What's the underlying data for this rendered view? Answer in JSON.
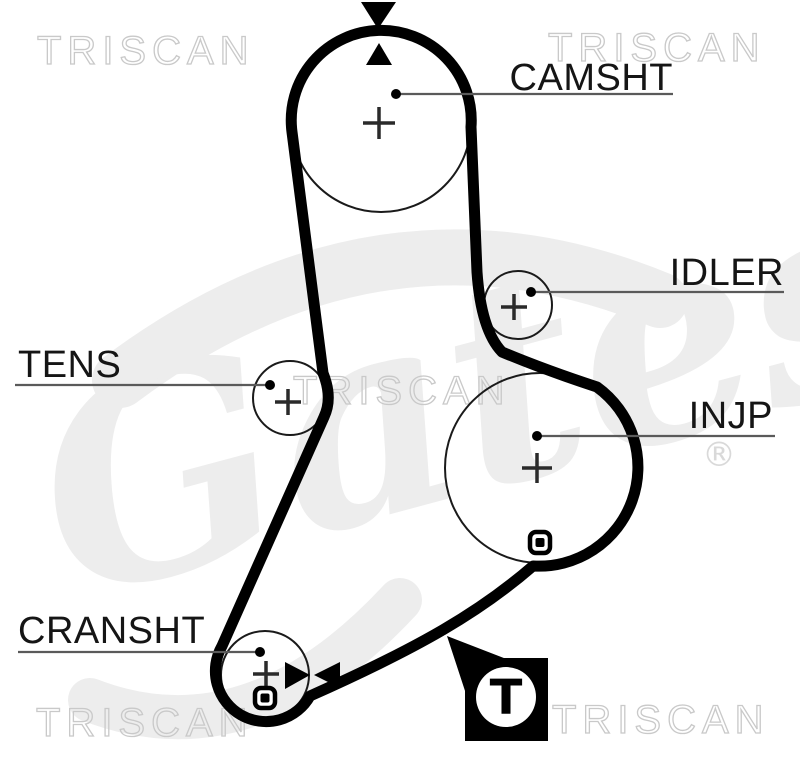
{
  "diagram": {
    "labels": {
      "camshaft": "CAMSHT",
      "idler": "IDLER",
      "tensioner": "TENS",
      "injection_pump": "INJP",
      "crankshaft": "CRANSHT"
    },
    "tension_badge": {
      "letter": "T"
    },
    "watermarks": {
      "triscan": "TRISCAN",
      "gates": "Gates",
      "registered_mark": "®"
    },
    "icons": {
      "camshaft_timing_marker": "vertical-facing-arrows",
      "crankshaft_timing_marker": "horizontal-facing-arrows",
      "tension_badge": "T-in-circle-on-black-square-with-pointer"
    },
    "colors": {
      "background": "#ffffff",
      "belt": "#000000",
      "pulley_outline": "#1a1a1a",
      "label_text": "#151515",
      "leader_line": "#5a5a5a",
      "watermark_outline": "#c9c9c9",
      "watermark_fill": "#ededed"
    }
  }
}
